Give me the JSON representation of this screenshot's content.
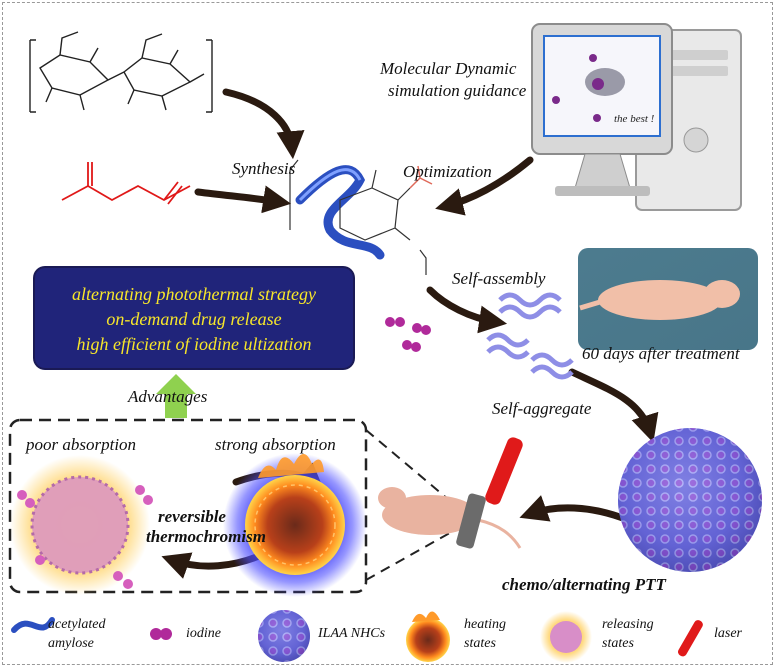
{
  "labels": {
    "md_guidance_line1": "Molecular Dynamic",
    "md_guidance_line2": "simulation guidance",
    "the_best": "the best !",
    "synthesis": "Synthesis",
    "optimization": "Optimization",
    "self_assembly": "Self-assembly",
    "days_after": "60 days after treatment",
    "advantages": "Advantages",
    "self_aggregate": "Self-aggregate",
    "poor_absorption": "poor absorption",
    "strong_absorption": "strong absorption",
    "reversible_line1": "reversible",
    "reversible_line2": "thermochromism",
    "chemo_ptt": "chemo/alternating PTT"
  },
  "advantages_box": {
    "line1": "alternating photothermal strategy",
    "line2": "on-demand drug release",
    "line3": "high efficient of iodine ultization"
  },
  "legend": {
    "acetylated_line1": "acetylated",
    "acetylated_line2": "amylose",
    "iodine": "iodine",
    "ilaa": "ILAA NHCs",
    "heating_line1": "heating",
    "heating_line2": "states",
    "releasing_line1": "releasing",
    "releasing_line2": "states",
    "laser": "laser"
  },
  "colors": {
    "arrow": "#2a1a10",
    "box_bg": "#20247a",
    "box_text": "#f7e62a",
    "helix": "#8e8ee6",
    "iodine": "#b02a9a",
    "laser": "#e01a1a",
    "anhydride": "#e01818",
    "up_arrow": "#8fd14f"
  }
}
